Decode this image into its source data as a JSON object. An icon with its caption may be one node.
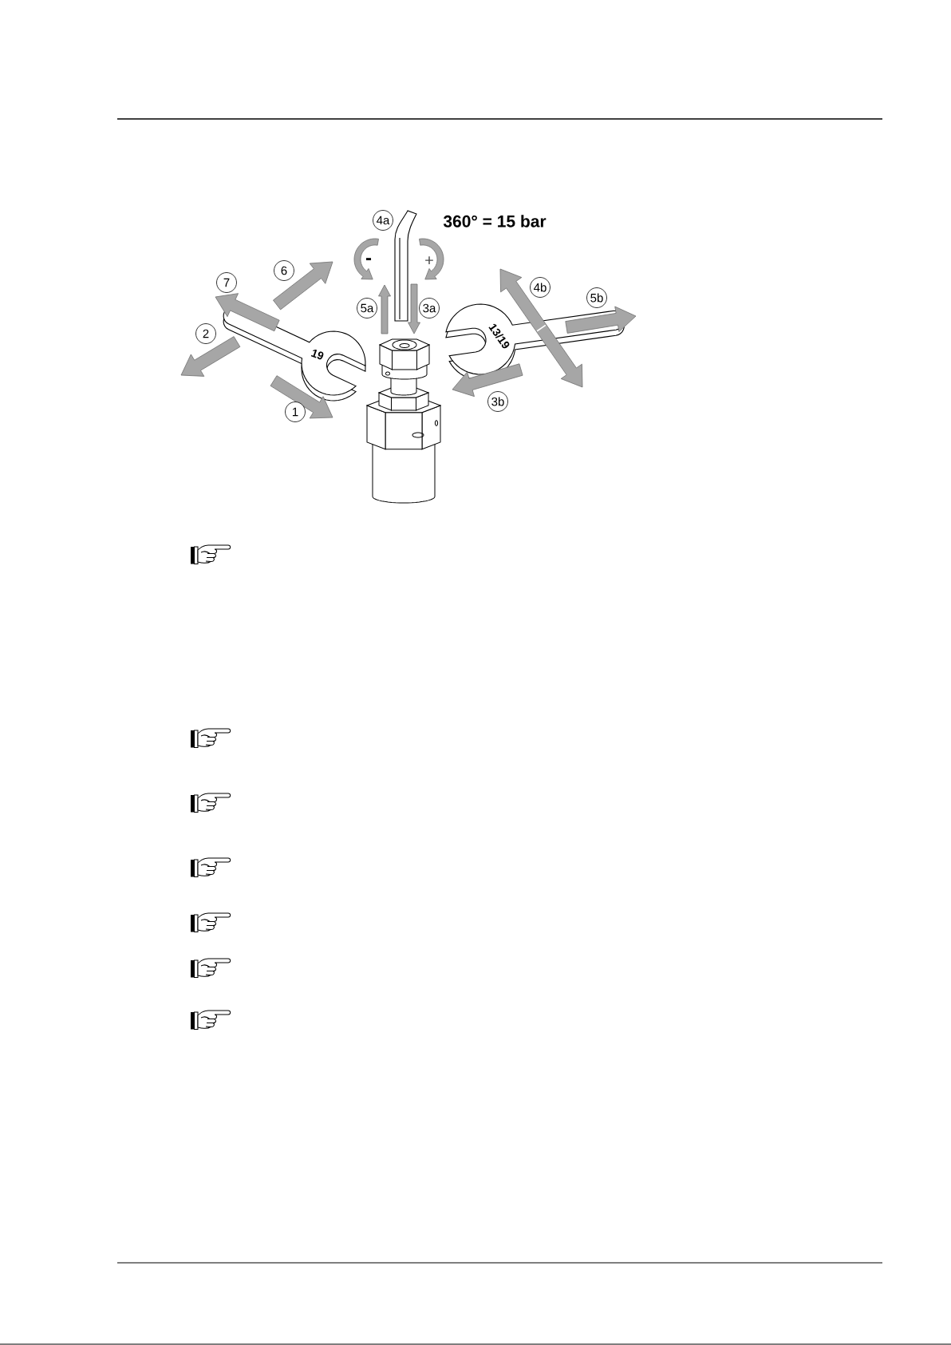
{
  "diagram": {
    "labels": [
      "4a",
      "360° = 15 bar",
      "-",
      "+",
      "6",
      "7",
      "4b",
      "5b",
      "5a",
      "3a",
      "2",
      "13/19",
      "19",
      "3b",
      "1"
    ]
  }
}
